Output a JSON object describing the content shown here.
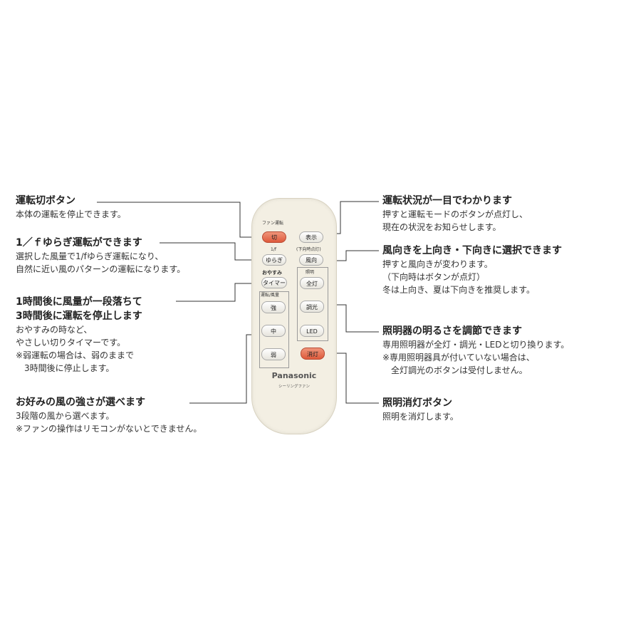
{
  "annotations": {
    "power_off": {
      "title": "運転切ボタン",
      "desc": [
        "本体の運転を停止できます。"
      ]
    },
    "yuragi": {
      "title": "1／ｆゆらぎ運転ができます",
      "desc": [
        "選択した風量で1/fゆらぎ運転になり、",
        "自然に近い風のパターンの運転になります。"
      ]
    },
    "timer": {
      "title": [
        "1時間後に風量が一段落ちて",
        "3時間後に運転を停止します"
      ],
      "desc": [
        "おやすみの時など、",
        "やさしい切りタイマーです。",
        "※弱運転の場合は、弱のままで",
        "　3時間後に停止します。"
      ]
    },
    "fan_strength": {
      "title": "お好みの風の強さが選べます",
      "desc": [
        "3段階の風から選べます。",
        "※ファンの操作はリモコンがないとできません。"
      ]
    },
    "status": {
      "title": "運転状況が一目でわかります",
      "desc": [
        "押すと運転モードのボタンが点灯し、",
        "現在の状況をお知らせします。"
      ]
    },
    "direction": {
      "title": "風向きを上向き・下向きに選択できます",
      "desc": [
        "押すと風向きが変わります。",
        "（下向時はボタンが点灯）",
        "冬は上向き、夏は下向きを推奨します。"
      ]
    },
    "lighting": {
      "title": "照明器の明るさを調節できます",
      "desc": [
        "専用照明器が全灯・調光・LEDと切り換ります。",
        "※専用照明器具が付いていない場合は、",
        "　全灯調光のボタンは受付しません。"
      ]
    },
    "light_off": {
      "title": "照明消灯ボタン",
      "desc": [
        "照明を消灯します。"
      ]
    }
  },
  "remote": {
    "labels": {
      "fan_run": "ファン運転",
      "one_f": "1/f",
      "down_lit": "(下向時点灯)",
      "oyasumi": "おやすみ",
      "fan_level": "運転/風量",
      "shoumei": "照明"
    },
    "buttons": {
      "off": "切",
      "display": "表示",
      "yuragi": "ゆらぎ",
      "direction": "風向",
      "timer": "タイマー",
      "full": "全灯",
      "strong": "強",
      "dimmer": "調光",
      "medium": "中",
      "led": "LED",
      "weak": "弱",
      "light_off": "消灯"
    },
    "brand": "Panasonic",
    "product": "シーリングファン",
    "colors": {
      "body": "#f3efe3",
      "active_button": "#de5a3c"
    }
  }
}
